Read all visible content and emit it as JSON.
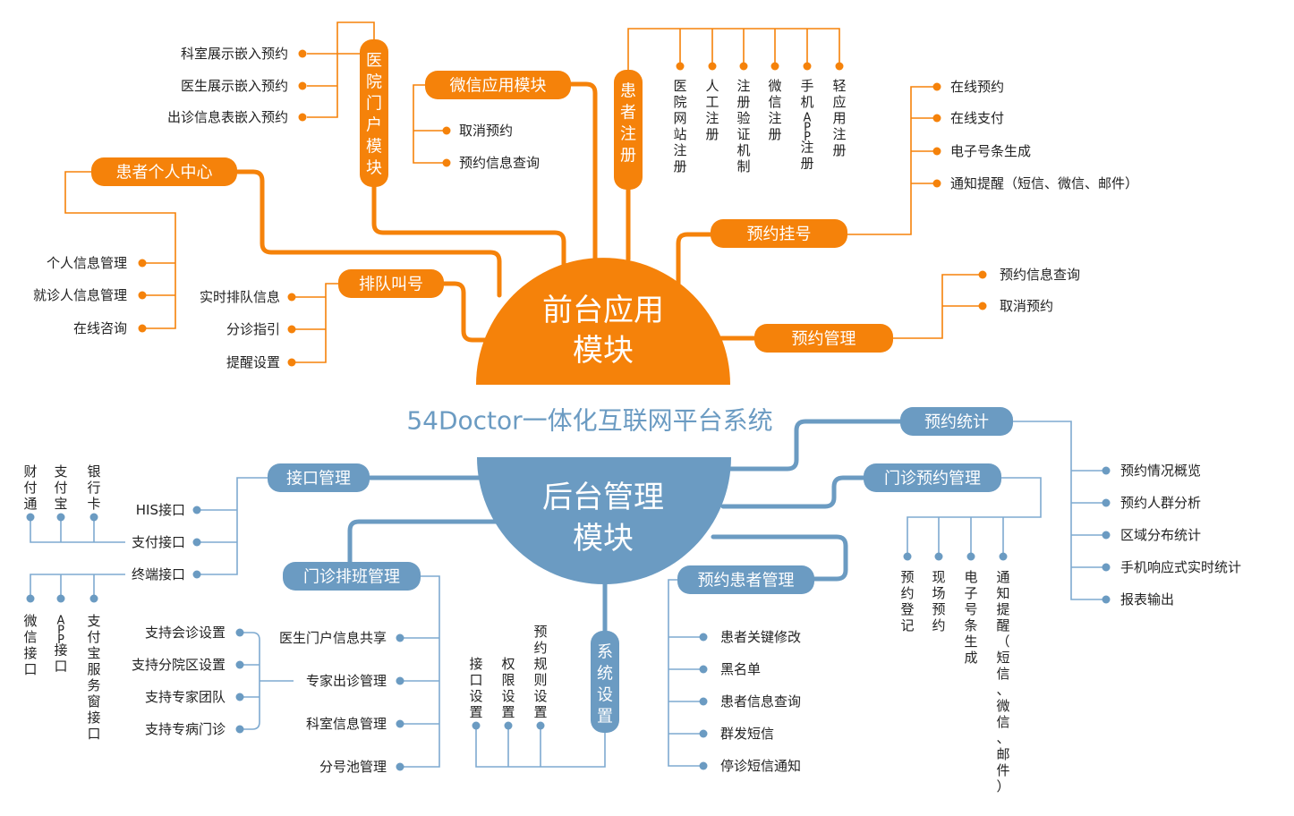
{
  "title": "54Doctor一体化互联网平台系统",
  "colors": {
    "front": "#f5820a",
    "back": "#6b9bc2"
  },
  "front": {
    "hub": [
      "前台应用",
      "模块"
    ],
    "portal": {
      "label": "医院门户模块",
      "items": [
        "科室展示嵌入预约",
        "医生展示嵌入预约",
        "出诊信息表嵌入预约"
      ]
    },
    "wechat": {
      "label": "微信应用模块",
      "items": [
        "取消预约",
        "预约信息查询"
      ]
    },
    "register": {
      "label": "患者注册",
      "items": [
        "医院网站注册",
        "人工注册",
        "注册验证机制",
        "微信注册",
        "手机APP注册",
        "轻应用注册"
      ]
    },
    "center": {
      "label": "患者个人中心",
      "items": [
        "个人信息管理",
        "就诊人信息管理",
        "在线咨询"
      ]
    },
    "queue": {
      "label": "排队叫号",
      "items": [
        "实时排队信息",
        "分诊指引",
        "提醒设置"
      ]
    },
    "booking": {
      "label": "预约挂号",
      "items": [
        "在线预约",
        "在线支付",
        "电子号条生成",
        "通知提醒（短信、微信、邮件）"
      ]
    },
    "manage": {
      "label": "预约管理",
      "items": [
        "预约信息查询",
        "取消预约"
      ]
    }
  },
  "back": {
    "hub": [
      "后台管理",
      "模块"
    ],
    "iface": {
      "label": "接口管理",
      "items": [
        "HIS接口",
        "支付接口",
        "终端接口"
      ],
      "pay": [
        "财付通",
        "支付宝",
        "银行卡"
      ],
      "term": [
        "微信接口",
        "APP接口",
        "支付宝服务窗接口"
      ]
    },
    "schedule": {
      "label": "门诊排班管理",
      "items": [
        "医生门户信息共享",
        "专家出诊管理",
        "科室信息管理",
        "分号池管理"
      ],
      "sub": [
        "支持会诊设置",
        "支持分院区设置",
        "支持专家团队",
        "支持专病门诊"
      ]
    },
    "system": {
      "label": "系统设置",
      "items": [
        "接口设置",
        "权限设置",
        "预约规则设置"
      ]
    },
    "patient": {
      "label": "预约患者管理",
      "items": [
        "患者关键修改",
        "黑名单",
        "患者信息查询",
        "群发短信",
        "停诊短信通知"
      ]
    },
    "stats": {
      "label": "预约统计",
      "items": [
        "预约情况概览",
        "预约人群分析",
        "区域分布统计",
        "手机响应式实时统计",
        "报表输出"
      ]
    },
    "clinic": {
      "label": "门诊预约管理",
      "items": [
        "预约登记",
        "现场预约",
        "电子号条生成",
        "通知提醒（短信、微信、邮件）"
      ]
    }
  }
}
